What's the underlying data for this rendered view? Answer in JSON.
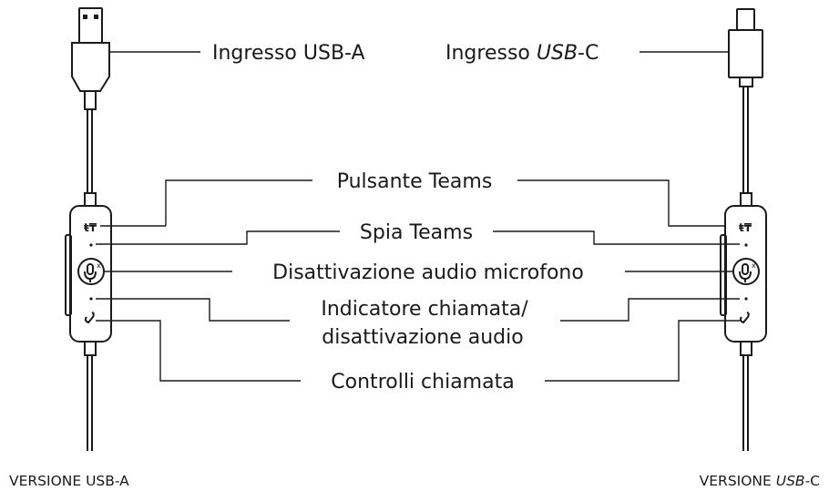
{
  "connectors": {
    "usb_a_label": "Ingresso USB-A",
    "usb_c_label_prefix": "Ingresso ",
    "usb_c_label_name": "USB",
    "usb_c_label_suffix": "-C"
  },
  "controls": {
    "teams_button": "Pulsante Teams",
    "teams_light": "Spia Teams",
    "mic_mute": "Disattivazione audio microfono",
    "call_indicator_line1": "Indicatore chiamata/",
    "call_indicator_line2": "disattivazione audio",
    "call_controls": "Controlli chiamata"
  },
  "versions": {
    "usb_a": "VERSIONE USB-A",
    "usb_c_prefix": "VERSIONE ",
    "usb_c_name": "USB",
    "usb_c_suffix": "-C"
  },
  "icons": [
    "teams-icon",
    "mic-mute-icon",
    "phone-icon",
    "usb-a-plug-icon",
    "usb-c-plug-icon"
  ]
}
